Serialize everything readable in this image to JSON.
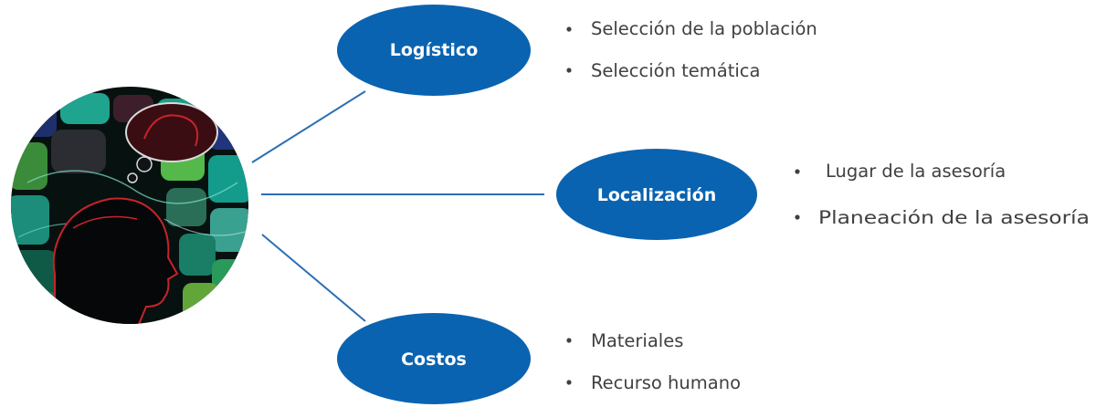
{
  "diagram": {
    "colors": {
      "node_fill": "#0a63b0",
      "connector": "#2c6fb3",
      "text": "#404040",
      "label": "#ffffff"
    },
    "central_image": "silhouette-of-human-head-with-abstract-neon-tiles-icon",
    "branches": [
      {
        "label": "Logístico",
        "items": [
          "Selección de la población",
          "Selección temática"
        ]
      },
      {
        "label": "Localización",
        "items": [
          "Lugar de la asesoría",
          "Planeación de la asesoría"
        ]
      },
      {
        "label": "Costos",
        "items": [
          "Materiales",
          "Recurso humano"
        ]
      }
    ]
  }
}
